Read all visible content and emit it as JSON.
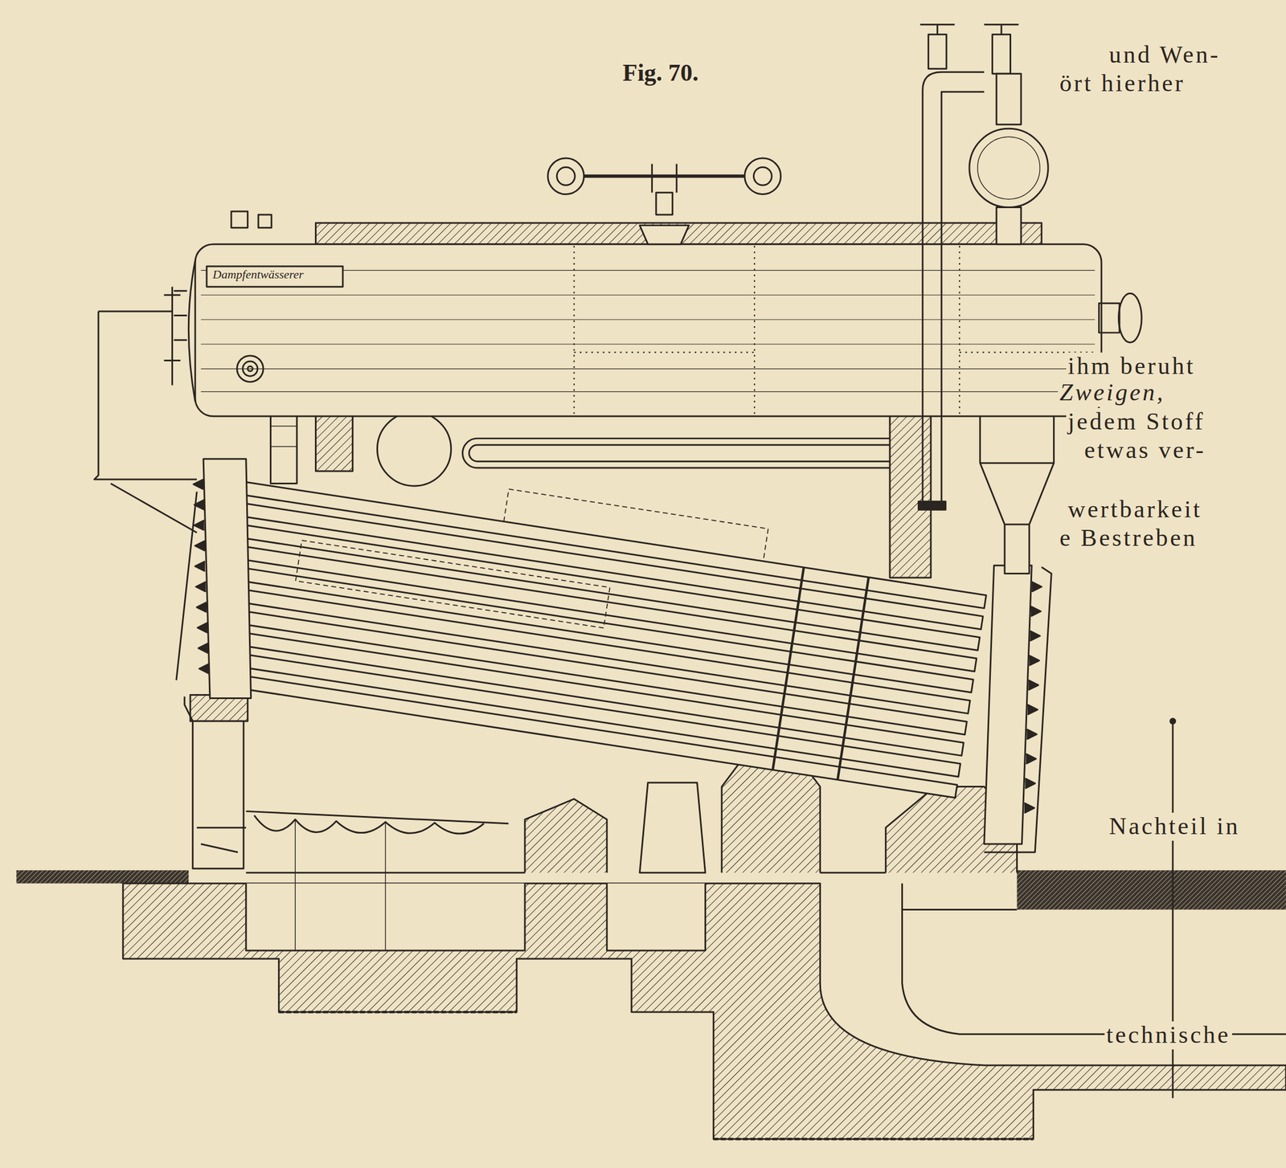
{
  "diagram": {
    "title": "Fig. 70.",
    "labels": [
      "Dampfentwässerer",
      "und Wen-",
      "ört hierher",
      "ihm beruht",
      "Zweigen,",
      "jedem Stoff",
      "etwas ver-",
      "wertbarkeit",
      "e Bestreben",
      "Nachteil in",
      "technische"
    ]
  }
}
